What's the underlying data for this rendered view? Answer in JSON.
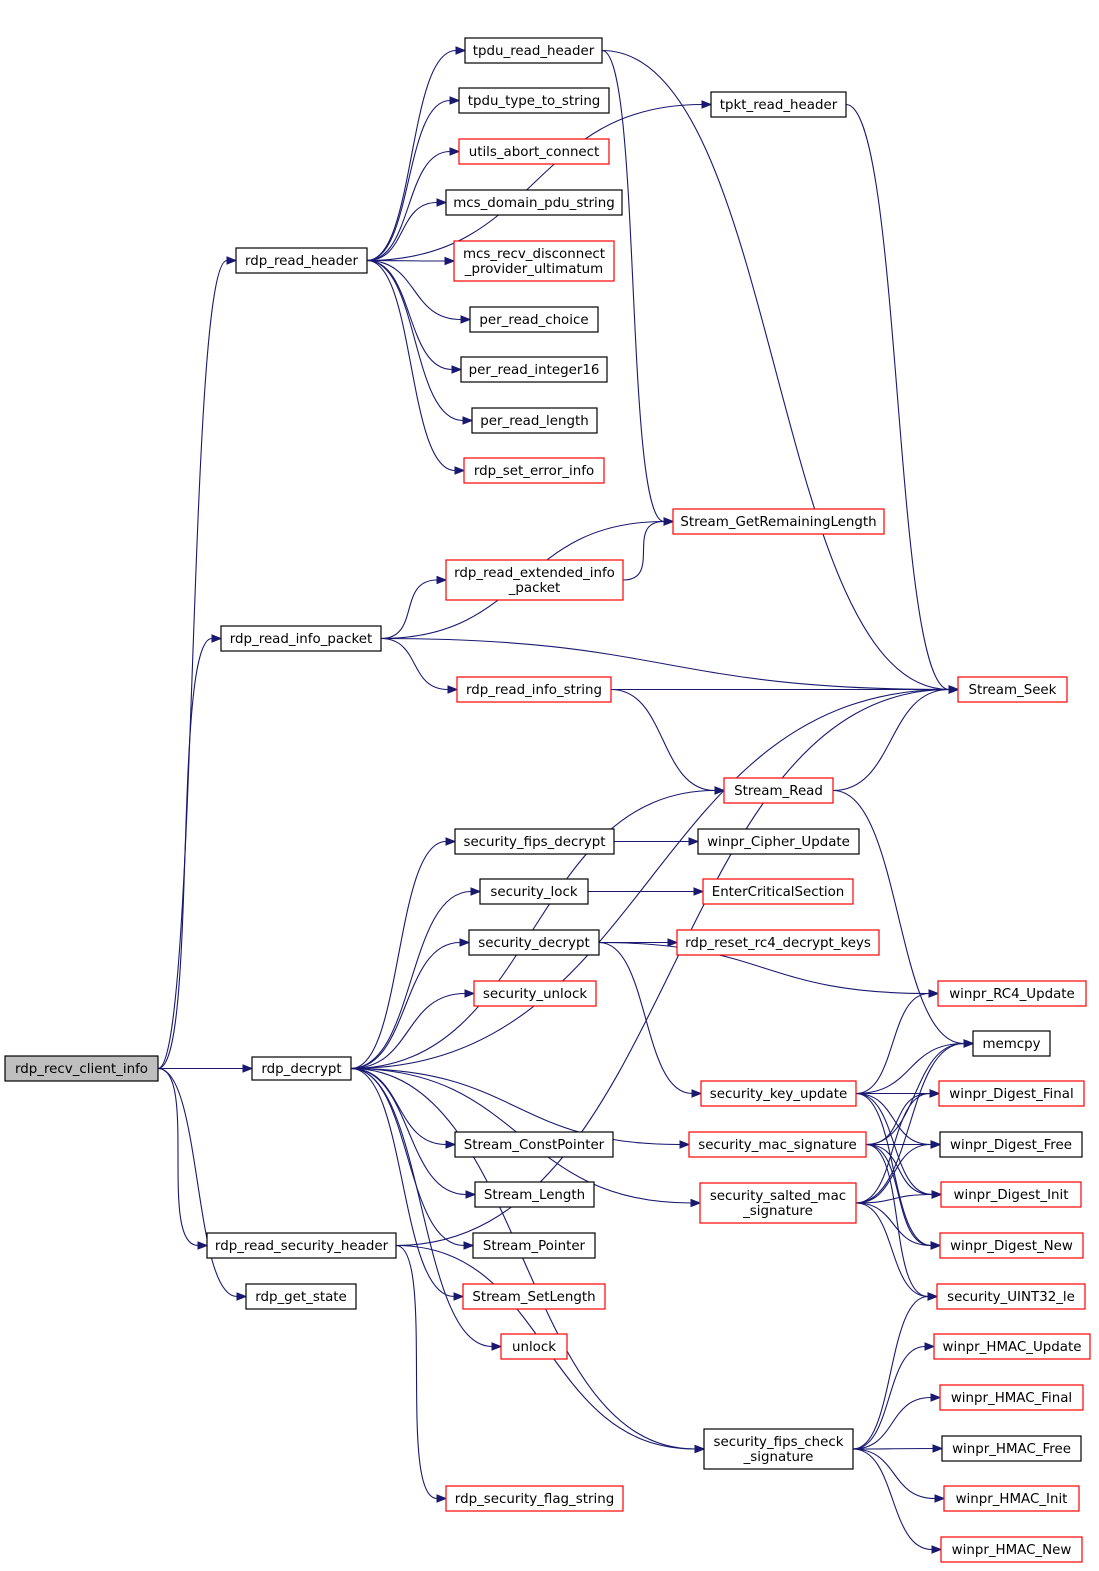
{
  "graph": {
    "edge_color": "#191970",
    "normal_border": "#000000",
    "truncated_border": "#ff0000",
    "root_fill": "#bfbfbf",
    "nodes": [
      {
        "id": "rdp_recv_client_info",
        "lines": [
          "rdp_recv_client_info"
        ],
        "border": "root"
      },
      {
        "id": "rdp_read_header",
        "lines": [
          "rdp_read_header"
        ],
        "border": "normal"
      },
      {
        "id": "rdp_read_info_packet",
        "lines": [
          "rdp_read_info_packet"
        ],
        "border": "normal"
      },
      {
        "id": "rdp_decrypt",
        "lines": [
          "rdp_decrypt"
        ],
        "border": "normal"
      },
      {
        "id": "rdp_read_security_header",
        "lines": [
          "rdp_read_security_header"
        ],
        "border": "normal"
      },
      {
        "id": "rdp_get_state",
        "lines": [
          "rdp_get_state"
        ],
        "border": "normal"
      },
      {
        "id": "tpdu_read_header",
        "lines": [
          "tpdu_read_header"
        ],
        "border": "normal"
      },
      {
        "id": "tpdu_type_to_string",
        "lines": [
          "tpdu_type_to_string"
        ],
        "border": "normal"
      },
      {
        "id": "utils_abort_connect",
        "lines": [
          "utils_abort_connect"
        ],
        "border": "truncated"
      },
      {
        "id": "mcs_domain_pdu_string",
        "lines": [
          "mcs_domain_pdu_string"
        ],
        "border": "normal"
      },
      {
        "id": "mcs_recv_disconnect_provider_ultimatum",
        "lines": [
          "mcs_recv_disconnect",
          "_provider_ultimatum"
        ],
        "border": "truncated"
      },
      {
        "id": "per_read_choice",
        "lines": [
          "per_read_choice"
        ],
        "border": "normal"
      },
      {
        "id": "per_read_integer16",
        "lines": [
          "per_read_integer16"
        ],
        "border": "normal"
      },
      {
        "id": "per_read_length",
        "lines": [
          "per_read_length"
        ],
        "border": "normal"
      },
      {
        "id": "rdp_set_error_info",
        "lines": [
          "rdp_set_error_info"
        ],
        "border": "truncated"
      },
      {
        "id": "rdp_read_extended_info_packet",
        "lines": [
          "rdp_read_extended_info",
          "_packet"
        ],
        "border": "truncated"
      },
      {
        "id": "rdp_read_info_string",
        "lines": [
          "rdp_read_info_string"
        ],
        "border": "truncated"
      },
      {
        "id": "security_fips_decrypt",
        "lines": [
          "security_fips_decrypt"
        ],
        "border": "normal"
      },
      {
        "id": "security_lock",
        "lines": [
          "security_lock"
        ],
        "border": "normal"
      },
      {
        "id": "security_decrypt",
        "lines": [
          "security_decrypt"
        ],
        "border": "normal"
      },
      {
        "id": "security_unlock",
        "lines": [
          "security_unlock"
        ],
        "border": "truncated"
      },
      {
        "id": "Stream_ConstPointer",
        "lines": [
          "Stream_ConstPointer"
        ],
        "border": "normal"
      },
      {
        "id": "Stream_Length",
        "lines": [
          "Stream_Length"
        ],
        "border": "normal"
      },
      {
        "id": "Stream_Pointer",
        "lines": [
          "Stream_Pointer"
        ],
        "border": "normal"
      },
      {
        "id": "Stream_SetLength",
        "lines": [
          "Stream_SetLength"
        ],
        "border": "truncated"
      },
      {
        "id": "unlock",
        "lines": [
          "unlock"
        ],
        "border": "truncated"
      },
      {
        "id": "rdp_security_flag_string",
        "lines": [
          "rdp_security_flag_string"
        ],
        "border": "truncated"
      },
      {
        "id": "tpkt_read_header",
        "lines": [
          "tpkt_read_header"
        ],
        "border": "normal"
      },
      {
        "id": "Stream_GetRemainingLength",
        "lines": [
          "Stream_GetRemainingLength"
        ],
        "border": "truncated"
      },
      {
        "id": "Stream_Read",
        "lines": [
          "Stream_Read"
        ],
        "border": "truncated"
      },
      {
        "id": "winpr_Cipher_Update",
        "lines": [
          "winpr_Cipher_Update"
        ],
        "border": "normal"
      },
      {
        "id": "EnterCriticalSection",
        "lines": [
          "EnterCriticalSection"
        ],
        "border": "truncated"
      },
      {
        "id": "rdp_reset_rc4_decrypt_keys",
        "lines": [
          "rdp_reset_rc4_decrypt_keys"
        ],
        "border": "truncated"
      },
      {
        "id": "security_key_update",
        "lines": [
          "security_key_update"
        ],
        "border": "truncated"
      },
      {
        "id": "security_mac_signature",
        "lines": [
          "security_mac_signature"
        ],
        "border": "truncated"
      },
      {
        "id": "security_salted_mac_signature",
        "lines": [
          "security_salted_mac",
          "_signature"
        ],
        "border": "truncated"
      },
      {
        "id": "security_fips_check_signature",
        "lines": [
          "security_fips_check",
          "_signature"
        ],
        "border": "normal"
      },
      {
        "id": "Stream_Seek",
        "lines": [
          "Stream_Seek"
        ],
        "border": "truncated"
      },
      {
        "id": "winpr_RC4_Update",
        "lines": [
          "winpr_RC4_Update"
        ],
        "border": "truncated"
      },
      {
        "id": "memcpy",
        "lines": [
          "memcpy"
        ],
        "border": "normal"
      },
      {
        "id": "winpr_Digest_Final",
        "lines": [
          "winpr_Digest_Final"
        ],
        "border": "truncated"
      },
      {
        "id": "winpr_Digest_Free",
        "lines": [
          "winpr_Digest_Free"
        ],
        "border": "normal"
      },
      {
        "id": "winpr_Digest_Init",
        "lines": [
          "winpr_Digest_Init"
        ],
        "border": "truncated"
      },
      {
        "id": "winpr_Digest_New",
        "lines": [
          "winpr_Digest_New"
        ],
        "border": "truncated"
      },
      {
        "id": "security_UINT32_le",
        "lines": [
          "security_UINT32_le"
        ],
        "border": "truncated"
      },
      {
        "id": "winpr_HMAC_Update",
        "lines": [
          "winpr_HMAC_Update"
        ],
        "border": "truncated"
      },
      {
        "id": "winpr_HMAC_Final",
        "lines": [
          "winpr_HMAC_Final"
        ],
        "border": "truncated"
      },
      {
        "id": "winpr_HMAC_Free",
        "lines": [
          "winpr_HMAC_Free"
        ],
        "border": "normal"
      },
      {
        "id": "winpr_HMAC_Init",
        "lines": [
          "winpr_HMAC_Init"
        ],
        "border": "truncated"
      },
      {
        "id": "winpr_HMAC_New",
        "lines": [
          "winpr_HMAC_New"
        ],
        "border": "truncated"
      }
    ],
    "edges": [
      [
        "rdp_recv_client_info",
        "rdp_read_header"
      ],
      [
        "rdp_recv_client_info",
        "rdp_read_info_packet"
      ],
      [
        "rdp_recv_client_info",
        "rdp_decrypt"
      ],
      [
        "rdp_recv_client_info",
        "rdp_read_security_header"
      ],
      [
        "rdp_recv_client_info",
        "rdp_get_state"
      ],
      [
        "rdp_read_header",
        "tpdu_read_header"
      ],
      [
        "rdp_read_header",
        "tpkt_read_header"
      ],
      [
        "rdp_read_header",
        "tpdu_type_to_string"
      ],
      [
        "rdp_read_header",
        "utils_abort_connect"
      ],
      [
        "rdp_read_header",
        "mcs_domain_pdu_string"
      ],
      [
        "rdp_read_header",
        "mcs_recv_disconnect_provider_ultimatum"
      ],
      [
        "rdp_read_header",
        "per_read_choice"
      ],
      [
        "rdp_read_header",
        "per_read_integer16"
      ],
      [
        "rdp_read_header",
        "per_read_length"
      ],
      [
        "rdp_read_header",
        "rdp_set_error_info"
      ],
      [
        "tpdu_read_header",
        "Stream_GetRemainingLength"
      ],
      [
        "tpdu_read_header",
        "Stream_Seek"
      ],
      [
        "tpkt_read_header",
        "Stream_Seek"
      ],
      [
        "rdp_read_info_packet",
        "Stream_GetRemainingLength"
      ],
      [
        "rdp_read_info_packet",
        "rdp_read_extended_info_packet"
      ],
      [
        "rdp_read_info_packet",
        "Stream_Seek"
      ],
      [
        "rdp_read_info_packet",
        "rdp_read_info_string"
      ],
      [
        "rdp_read_extended_info_packet",
        "Stream_GetRemainingLength"
      ],
      [
        "rdp_read_info_string",
        "Stream_Seek"
      ],
      [
        "rdp_read_info_string",
        "Stream_Read"
      ],
      [
        "Stream_Read",
        "Stream_Seek"
      ],
      [
        "Stream_Read",
        "memcpy"
      ],
      [
        "rdp_decrypt",
        "Stream_Seek"
      ],
      [
        "rdp_decrypt",
        "Stream_Read"
      ],
      [
        "rdp_decrypt",
        "security_fips_decrypt"
      ],
      [
        "rdp_decrypt",
        "security_lock"
      ],
      [
        "rdp_decrypt",
        "security_decrypt"
      ],
      [
        "rdp_decrypt",
        "security_unlock"
      ],
      [
        "rdp_decrypt",
        "security_mac_signature"
      ],
      [
        "rdp_decrypt",
        "security_salted_mac_signature"
      ],
      [
        "rdp_decrypt",
        "Stream_ConstPointer"
      ],
      [
        "rdp_decrypt",
        "Stream_Length"
      ],
      [
        "rdp_decrypt",
        "Stream_Pointer"
      ],
      [
        "rdp_decrypt",
        "Stream_SetLength"
      ],
      [
        "rdp_decrypt",
        "unlock"
      ],
      [
        "rdp_decrypt",
        "security_fips_check_signature"
      ],
      [
        "security_fips_decrypt",
        "winpr_Cipher_Update"
      ],
      [
        "security_lock",
        "EnterCriticalSection"
      ],
      [
        "security_decrypt",
        "rdp_reset_rc4_decrypt_keys"
      ],
      [
        "security_decrypt",
        "winpr_RC4_Update"
      ],
      [
        "security_decrypt",
        "security_key_update"
      ],
      [
        "security_key_update",
        "winpr_RC4_Update"
      ],
      [
        "security_key_update",
        "memcpy"
      ],
      [
        "security_key_update",
        "winpr_Digest_Final"
      ],
      [
        "security_key_update",
        "winpr_Digest_Free"
      ],
      [
        "security_key_update",
        "winpr_Digest_Init"
      ],
      [
        "security_key_update",
        "winpr_Digest_New"
      ],
      [
        "security_mac_signature",
        "memcpy"
      ],
      [
        "security_mac_signature",
        "winpr_Digest_Final"
      ],
      [
        "security_mac_signature",
        "winpr_Digest_Free"
      ],
      [
        "security_mac_signature",
        "winpr_Digest_Init"
      ],
      [
        "security_mac_signature",
        "winpr_Digest_New"
      ],
      [
        "security_mac_signature",
        "security_UINT32_le"
      ],
      [
        "security_salted_mac_signature",
        "memcpy"
      ],
      [
        "security_salted_mac_signature",
        "winpr_Digest_Final"
      ],
      [
        "security_salted_mac_signature",
        "winpr_Digest_Free"
      ],
      [
        "security_salted_mac_signature",
        "winpr_Digest_Init"
      ],
      [
        "security_salted_mac_signature",
        "winpr_Digest_New"
      ],
      [
        "security_salted_mac_signature",
        "security_UINT32_le"
      ],
      [
        "rdp_read_security_header",
        "rdp_security_flag_string"
      ],
      [
        "rdp_read_security_header",
        "Stream_Seek"
      ],
      [
        "rdp_read_security_header",
        "security_fips_check_signature"
      ],
      [
        "security_fips_check_signature",
        "security_UINT32_le"
      ],
      [
        "security_fips_check_signature",
        "winpr_HMAC_Update"
      ],
      [
        "security_fips_check_signature",
        "winpr_HMAC_Final"
      ],
      [
        "security_fips_check_signature",
        "winpr_HMAC_Free"
      ],
      [
        "security_fips_check_signature",
        "winpr_HMAC_Init"
      ],
      [
        "security_fips_check_signature",
        "winpr_HMAC_New"
      ]
    ]
  }
}
